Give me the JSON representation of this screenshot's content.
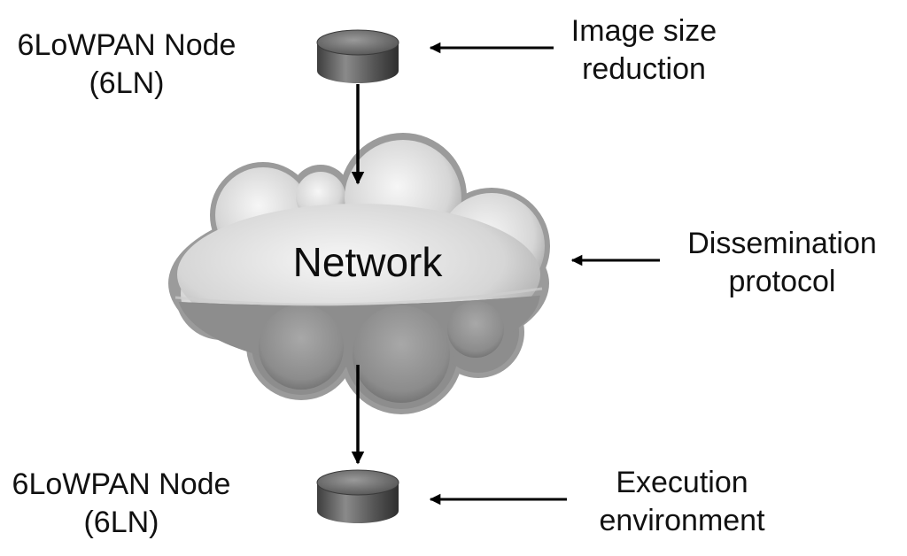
{
  "diagram": {
    "top_node": {
      "line1": "6LoWPAN Node",
      "line2": "(6LN)"
    },
    "bottom_node": {
      "line1": "6LoWPAN Node",
      "line2": "(6LN)"
    },
    "network": {
      "label": "Network"
    },
    "annotations": {
      "top": {
        "line1": "Image size",
        "line2": "reduction"
      },
      "middle": {
        "line1": "Dissemination",
        "line2": "protocol"
      },
      "bottom": {
        "line1": "Execution",
        "line2": "environment"
      }
    }
  }
}
